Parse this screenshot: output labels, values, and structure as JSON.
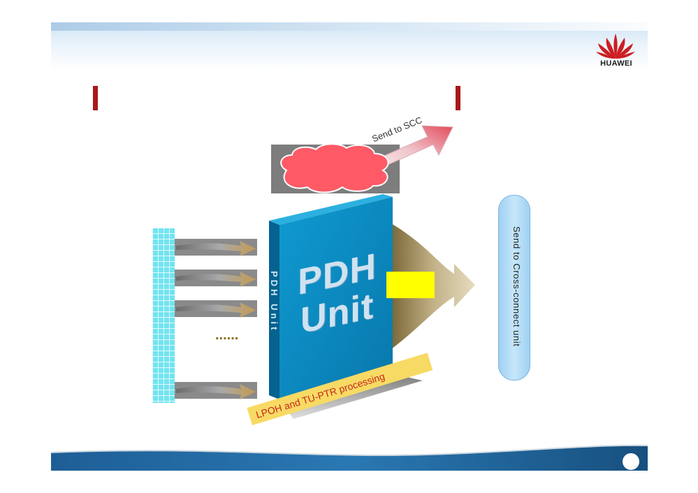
{
  "brand": {
    "name": "HUAWEI",
    "logo_color": "#cc1f22"
  },
  "colors": {
    "title_bar": "#a8181a",
    "pdh_panel": "#0a87be",
    "input_bus": "#72e4f0",
    "cloud": "#ff5a66",
    "yellow_box": "#ffff00",
    "label_box": "#f7da64",
    "label_text": "#c8281c"
  },
  "diagram": {
    "unit_line1": "PDH",
    "unit_line2": "Unit",
    "side_label": "PDH Unit",
    "send_to_scc": "Send to SCC",
    "send_to_cross_connect": "Send to Cross-connect unit",
    "processing_label": "LPOH and TU-PTR processing",
    "ellipsis": "......"
  }
}
